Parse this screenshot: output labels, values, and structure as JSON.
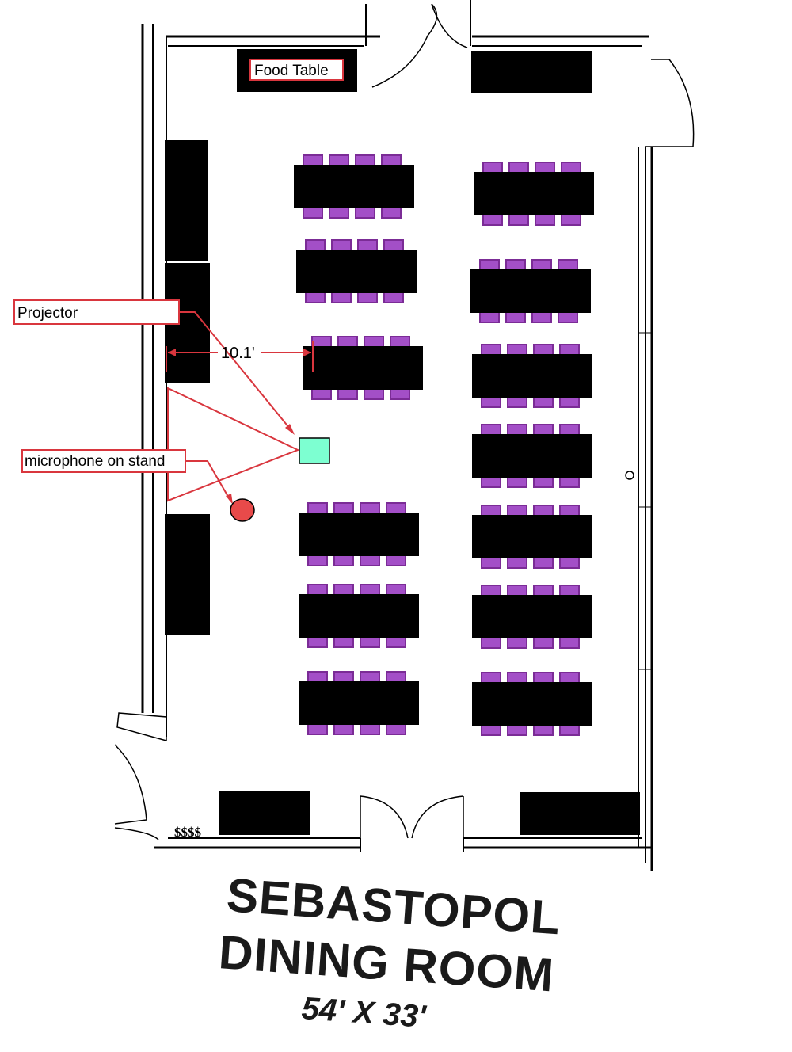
{
  "labels": {
    "food_table": "Food Table",
    "projector": "Projector",
    "microphone": "microphone on stand",
    "distance": "10.1'",
    "outlet_marks": "$$$$"
  },
  "title": {
    "line1": "SEBASTOPOL",
    "line2": "DINING ROOM",
    "line3": "54' X 33'"
  },
  "colors": {
    "table": "#000000",
    "chair": "#a34fc7",
    "chair_outline": "#7b2c96",
    "projector": "#7dffd1",
    "microphone": "#e84a4a",
    "annotation": "#d9363e"
  },
  "icons": {
    "projector": "projector-square-icon",
    "microphone": "microphone-circle-icon"
  }
}
